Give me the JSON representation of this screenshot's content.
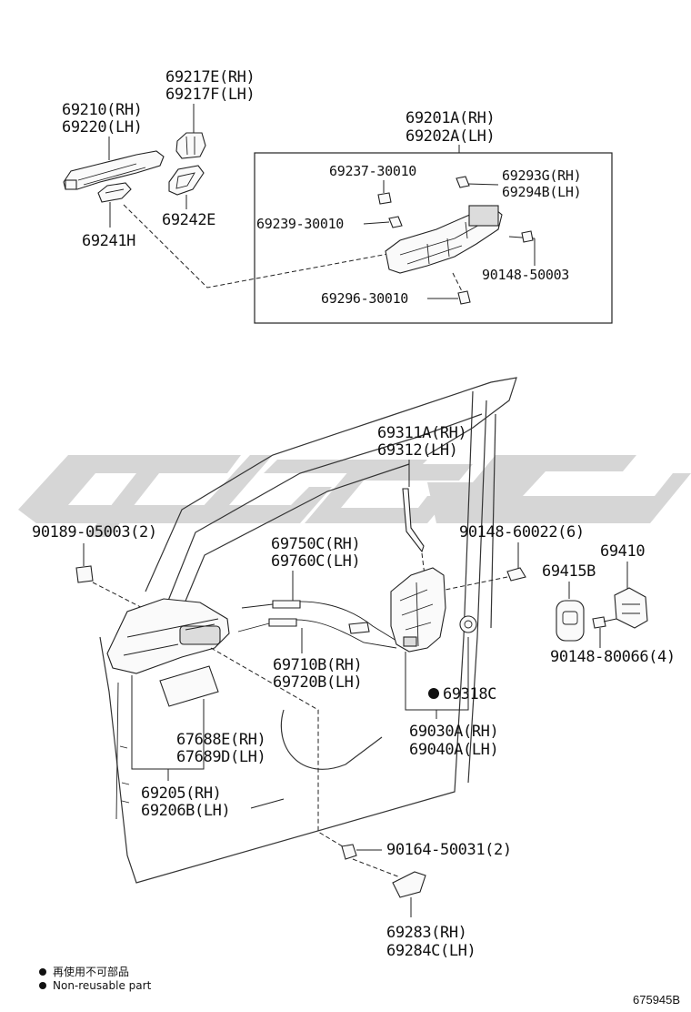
{
  "labels": {
    "outer_handle": [
      "69210(RH)",
      "69220(LH)"
    ],
    "handle_cover": [
      "69217E(RH)",
      "69217F(LH)"
    ],
    "handle_pad_a": "69241H",
    "handle_pad_b": "69242E",
    "frame_assy": [
      "69201A(RH)",
      "69202A(LH)"
    ],
    "frame_part_1": "69237-30010",
    "frame_part_2": "69239-30010",
    "frame_part_3": [
      "69293G(RH)",
      "69294B(LH)"
    ],
    "frame_part_4": "90148-50003",
    "frame_part_5": "69296-30010",
    "lock_rod": [
      "69311A(RH)",
      "69312(LH)"
    ],
    "clip_left": "90189-05003(2)",
    "screw_lock": "90148-60022(6)",
    "striker": "69410",
    "striker_cover": "69415B",
    "striker_screw": "90148-80066(4)",
    "cable_a": [
      "69750C(RH)",
      "69760C(LH)"
    ],
    "cable_b": [
      "69710B(RH)",
      "69720B(LH)"
    ],
    "lock_grommet": "69318C",
    "lock_assy": [
      "69030A(RH)",
      "69040A(LH)"
    ],
    "inner_bezel": [
      "67688E(RH)",
      "67689D(LH)"
    ],
    "inner_handle": [
      "69205(RH)",
      "69206B(LH)"
    ],
    "bolt": "90164-50031(2)",
    "cover": [
      "69283(RH)",
      "69284C(LH)"
    ]
  },
  "legend": {
    "cn": "再使用不可部品",
    "en": "Non-reusable part"
  },
  "ref_number": "675945B",
  "colors": {
    "watermark": "#d6d6d6",
    "line": "#222222",
    "background": "#ffffff"
  }
}
